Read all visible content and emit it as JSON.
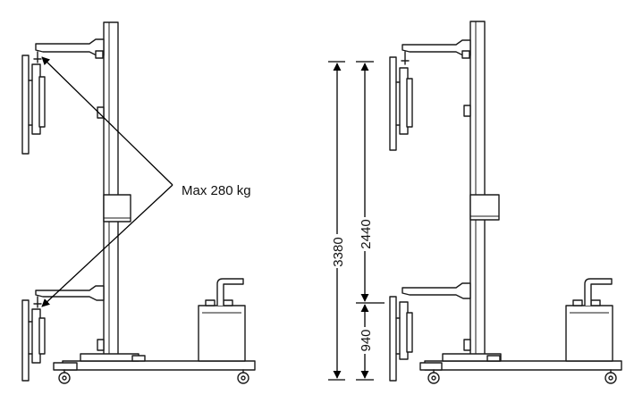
{
  "left_view": {
    "load_label": "Max 280 kg"
  },
  "right_view": {
    "dim_total": "3380",
    "dim_upper": "2440",
    "dim_lower": "940"
  }
}
